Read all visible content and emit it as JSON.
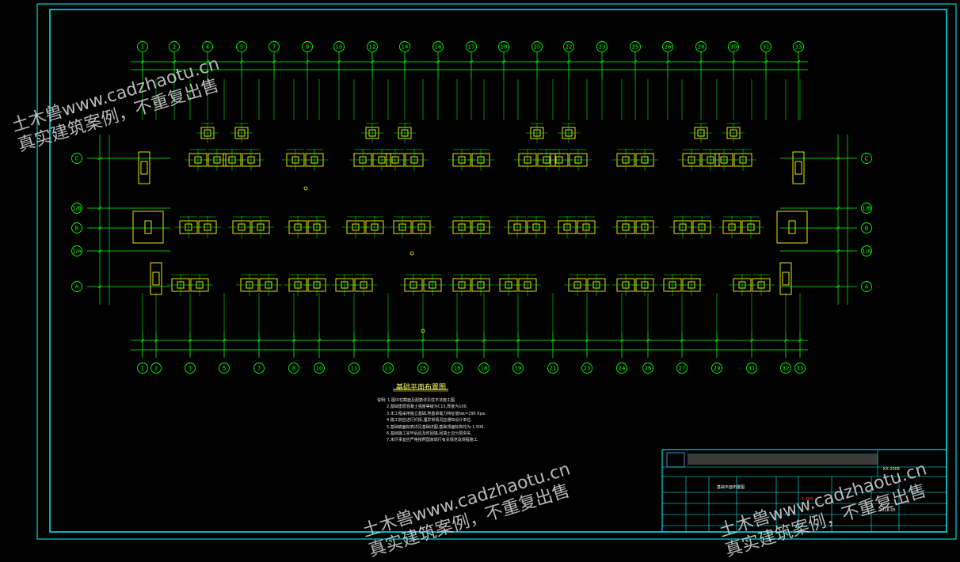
{
  "drawing": {
    "title": "基础平面布置图",
    "notes": [
      "说明: 1.图中柱截面及配筋详见柱平法施工图.",
      "2.基础垫层混凝土强度等级为C15,厚度为100.",
      "3.本工程采用独立基础,地基承载力特征值fak=295 Kpa.",
      "4.施工前应进行钎探,遇异常情况应通知设计单位.",
      "5.基础底面标高详见基础详图,基础顶面标高均为-1.500.",
      "6.基础施工完毕后应及时回填,回填土应分层夯实.",
      "7.未尽事宜应严格按照国家现行有关规范及规程施工."
    ],
    "axis_labels_bottom": [
      "1",
      "2",
      "3",
      "5",
      "7",
      "8",
      "10",
      "11",
      "13",
      "15",
      "16",
      "18",
      "19",
      "21",
      "23",
      "24",
      "26",
      "27",
      "29",
      "31",
      "32",
      "33"
    ],
    "axis_labels_top": [
      "1",
      "2",
      "4",
      "5",
      "7",
      "9",
      "10",
      "12",
      "14",
      "16",
      "17",
      "18",
      "20",
      "22",
      "23",
      "25",
      "26",
      "28",
      "30",
      "31",
      "33"
    ],
    "axis_labels_left": [
      "C",
      "1/B",
      "B",
      "1/A",
      "A"
    ],
    "axis_labels_right": [
      "C",
      "1/B",
      "B",
      "1/A",
      "A"
    ]
  },
  "title_block": {
    "drawing_no": "KX-2008",
    "drawing_name": "基础平面布置图",
    "scale": "1:100",
    "date": "2018.05"
  },
  "watermark": {
    "line1": "土木兽www.cadzhaotu.cn",
    "line2": "真实建筑案例，不重复出售"
  },
  "colors": {
    "background": "#000000",
    "axis": "#00ff00",
    "footing": "#ffff00",
    "column": "#ffff00",
    "frame": "#00ffff",
    "text": "#ffffff",
    "dimension": "#00ff00"
  }
}
